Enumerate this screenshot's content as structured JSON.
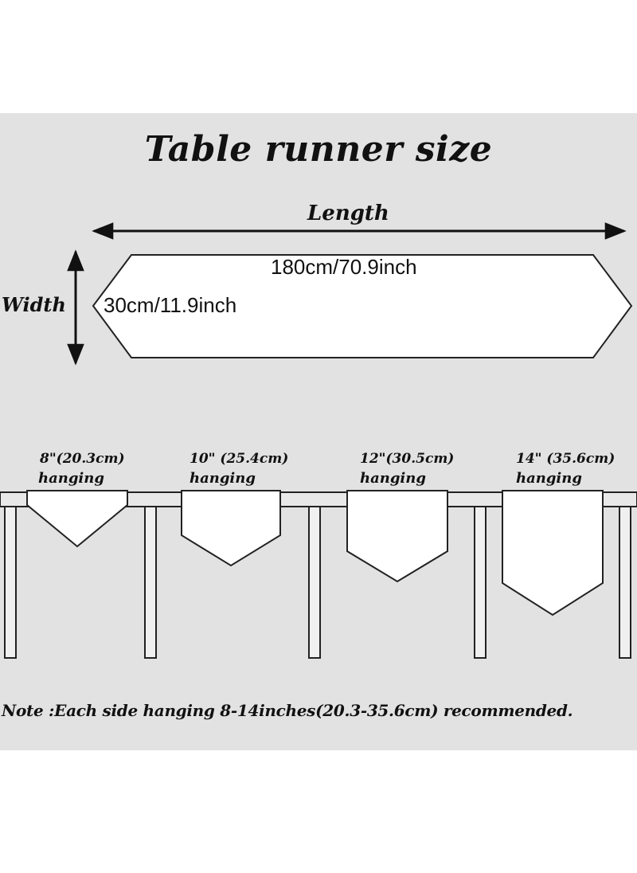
{
  "title": "Table runner size",
  "length_label": "Length",
  "width_label": "Width",
  "length_value": "180cm/70.9inch",
  "width_value": "30cm/11.9inch",
  "hangings": [
    {
      "size": "8\"(20.3cm)",
      "label": "hanging"
    },
    {
      "size": "10\" (25.4cm)",
      "label": "hanging"
    },
    {
      "size": "12\"(30.5cm)",
      "label": "hanging"
    },
    {
      "size": "14\" (35.6cm)",
      "label": "hanging"
    }
  ],
  "note": "Note :Each side hanging 8-14inches(20.3-35.6cm) recommended."
}
